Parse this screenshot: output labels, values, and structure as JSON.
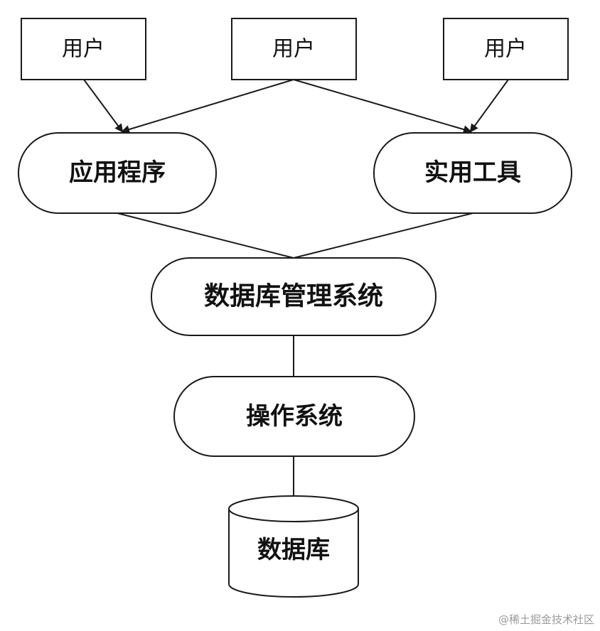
{
  "users": [
    {
      "label": "用户"
    },
    {
      "label": "用户"
    },
    {
      "label": "用户"
    }
  ],
  "apps": {
    "application": "应用程序",
    "utilities": "实用工具"
  },
  "dbms": "数据库管理系统",
  "os": "操作系统",
  "database": "数据库",
  "watermark": "@稀土掘金技术社区",
  "colors": {
    "stroke": "#1a1a1a",
    "background": "#ffffff",
    "watermark": "#9a9a9a"
  }
}
